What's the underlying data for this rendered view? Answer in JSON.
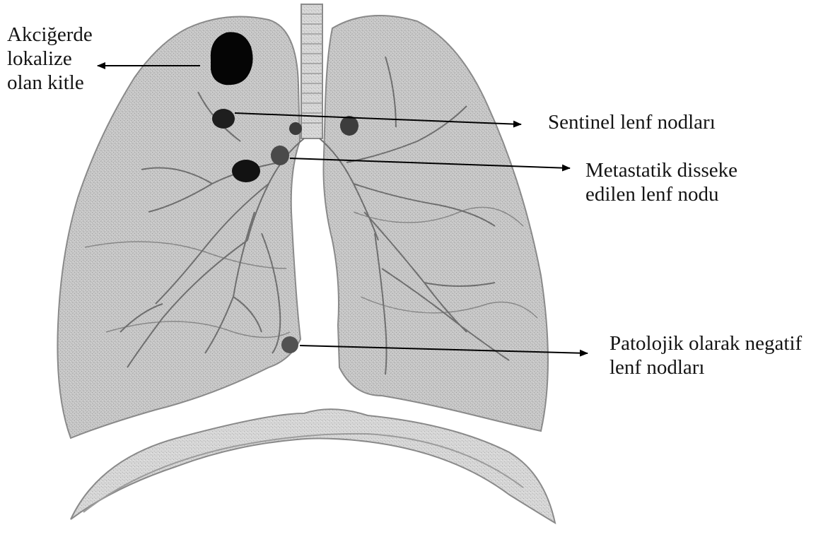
{
  "labels": {
    "mass": [
      "Akciğerde",
      "lokalize",
      "olan kitle"
    ],
    "sentinel": [
      "Sentinel lenf nodları"
    ],
    "metastatic": [
      "Metastatik disseke",
      "edilen lenf nodu"
    ],
    "negative": [
      "Patolojik olarak negatif",
      "lenf nodları"
    ]
  },
  "colors": {
    "lung_fill": "#c9c9c9",
    "lung_outline": "#8a8a8a",
    "airway": "#6f6f6f",
    "mass": "#050505",
    "sentinel_node": "#262626",
    "metastatic_node": "#4d4d4d",
    "negative_node": "#5a5a5a",
    "arrow": "#000000"
  },
  "icons": {
    "arrow": "arrow-icon",
    "lungs": "lungs-illustration"
  }
}
